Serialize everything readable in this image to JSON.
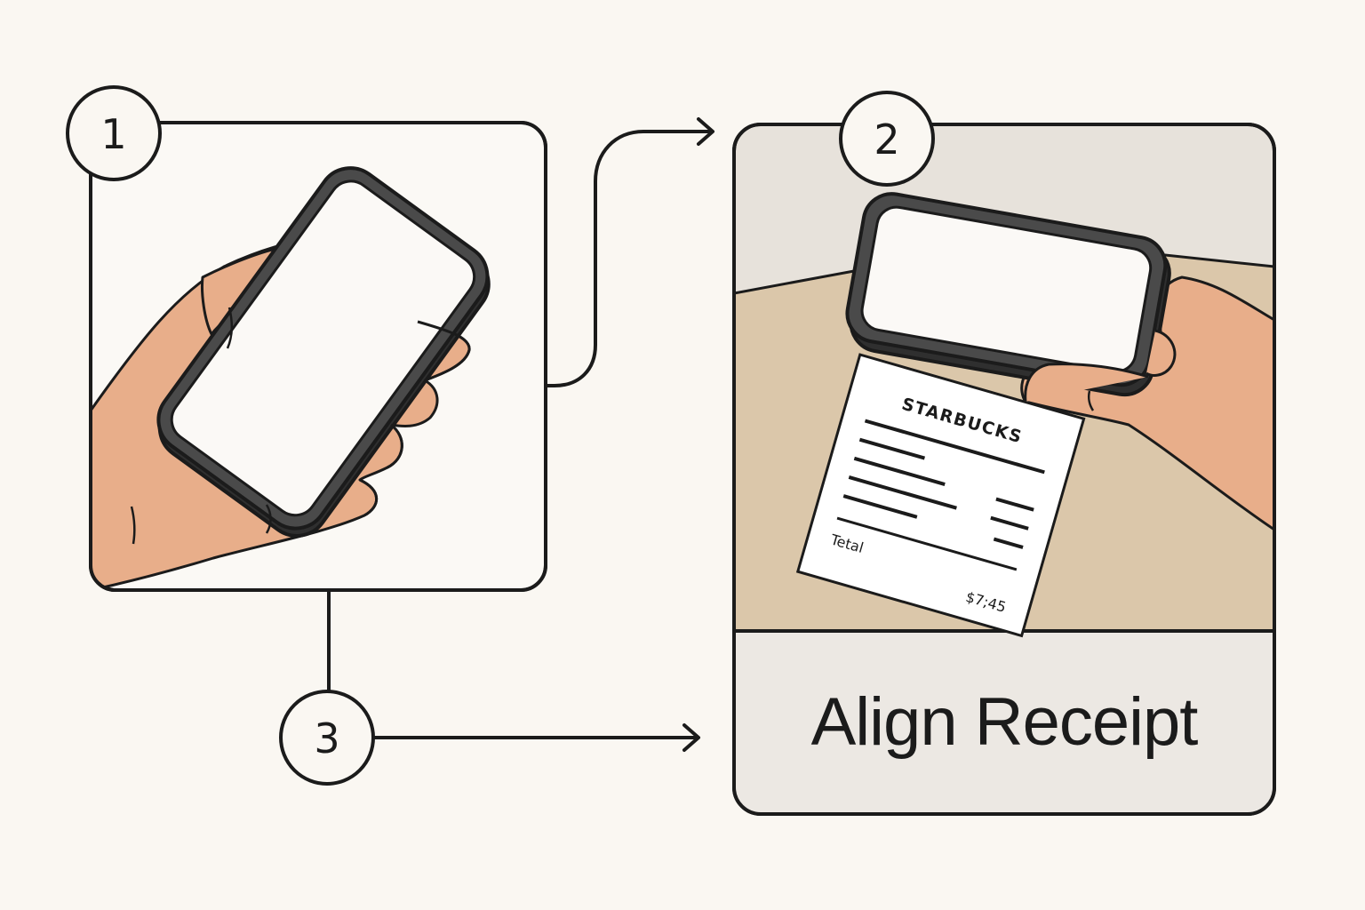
{
  "steps": [
    {
      "number": "1"
    },
    {
      "number": "2"
    },
    {
      "number": "3"
    }
  ],
  "caption": "Align Receipt",
  "receipt": {
    "brand": "STARBUCKS",
    "total_label": "Tetal",
    "total_value": "$7;45"
  },
  "colors": {
    "background": "#faf7f2",
    "stroke": "#1b1b1b",
    "skin": "#e8ae8a",
    "phone_body": "#3a3a3a",
    "screen": "#fbf9f6",
    "table": "#dbc7aa",
    "wall": "#e7e2db",
    "caption_panel": "#ece8e3"
  },
  "icons": [
    "hand-holding-phone",
    "phone-over-receipt",
    "arrow-right"
  ]
}
